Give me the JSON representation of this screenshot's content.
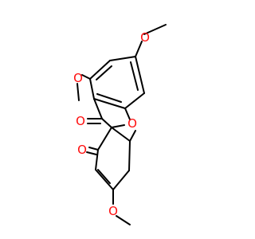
{
  "molecule": {
    "atom_labels": {
      "o_methoxy_right": "O",
      "o_methoxy_left": "O",
      "o_ring": "O",
      "o_ketone_furanone": "O",
      "o_ketone_cyclohexenone": "O",
      "o_methoxy_bottom": "O"
    },
    "colors": {
      "bond": "#000000",
      "oxygen": "#ff0d0d",
      "background": "#ffffff"
    }
  }
}
